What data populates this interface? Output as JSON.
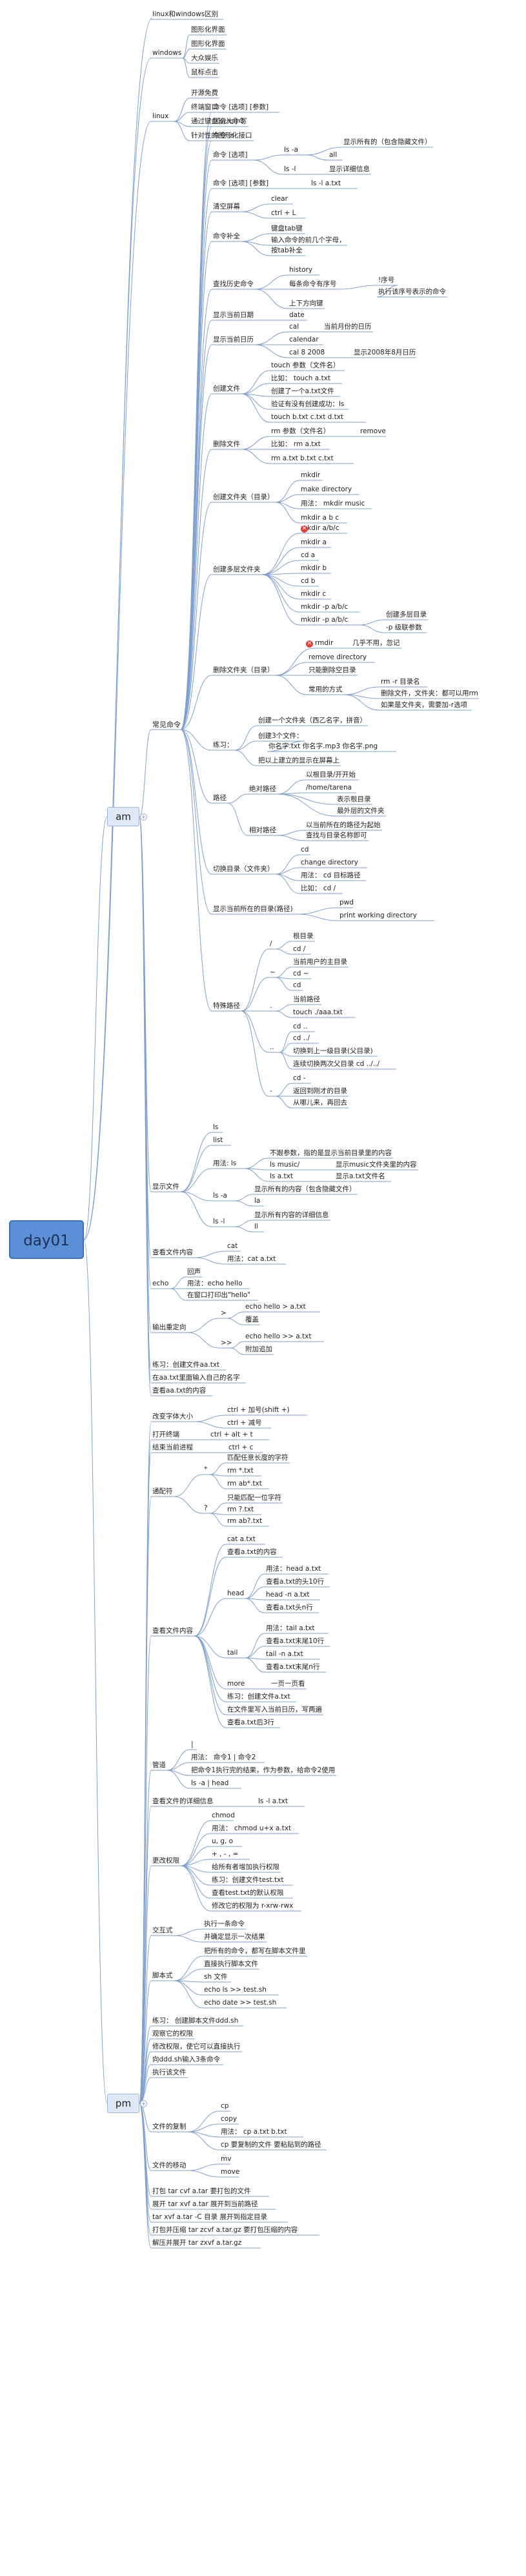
{
  "root": {
    "title": "day01"
  },
  "branches": {
    "am": "am",
    "pm": "pm"
  },
  "intro": {
    "diff": "linux和windows区别",
    "win": "windows",
    "win_items": [
      "图形化界面",
      "图形化界面",
      "大众娱乐",
      "鼠标点击"
    ],
    "lin": "linux",
    "lin_items": [
      "开源免费",
      "终端窗口",
      "通过键盘输入命令",
      "针对性的图形化接口"
    ]
  },
  "am": {
    "cmd": "常见命令",
    "cmd_fmt": "命令 [选项] [参数]",
    "case": "区分大小写",
    "cmd_ls": "命令 ls",
    "opt": "命令 [选项]",
    "ls_a": "ls -a",
    "ls_a_notes": [
      "显示所有的（包含隐藏文件）",
      "all"
    ],
    "ls_l": "ls -l",
    "ls_l_note": "显示详细信息",
    "param": "命令 [选项] [参数]",
    "param_ex": "ls -l a.txt",
    "clear": "清空屏幕",
    "clear_items": [
      "clear",
      "ctrl + L"
    ],
    "complete": "命令补全",
    "complete_items": [
      "键盘tab键",
      "输入命令的前几个字母，",
      "按tab补全"
    ],
    "history": "查找历史命令",
    "history_items": [
      "history",
      "每条命令有序号",
      "!序号",
      "执行该序号表示的命令",
      "上下方向键"
    ],
    "date_t": "显示当前日期",
    "date_v": "date",
    "cal_t": "显示当前日历",
    "cal_items": [
      "cal",
      "当前月份的日历",
      "calendar",
      "cal 8 2008",
      "显示2008年8月日历"
    ],
    "touch_t": "创建文件",
    "touch_items": [
      "touch 参数（文件名）",
      "比如： touch a.txt",
      "创建了一个a.txt文件",
      "验证有没有创建成功：ls",
      "touch b.txt c.txt d.txt"
    ],
    "rm_t": "删除文件",
    "rm_items": [
      "rm 参数（文件名）",
      "remove",
      "比如： rm a.txt",
      "rm a.txt b.txt c.txt"
    ],
    "mkdir_t": "创建文件夹（目录）",
    "mkdir_items": [
      "mkdir",
      "make directory",
      "用法： mkdir music",
      "mkdir a b c"
    ],
    "mkdirp_t": "创建多层文件夹",
    "mkdirp_items": [
      "mkdir a/b/c",
      "mkdir a",
      "cd a",
      "mkdir b",
      "cd b",
      "mkdir c",
      "mkdir -p a/b/c",
      "创建多层目录",
      "-p 级联参数"
    ],
    "rmdir_t": "删除文件夹（目录）",
    "rmdir_items": [
      "rmdir",
      "几乎不用，忽记",
      "remove directory",
      "只能删除空目录",
      "常用的方式",
      "rm -r 目录名",
      "删除文件，文件夹：都可以用rm",
      "如果是文件夹，需要加-r选项"
    ],
    "ex_t": "练习：",
    "ex_items": [
      "创建一个文件夹（西乙名字，拼音）",
      "创建3个文件：",
      "你名字.txt  你名字.mp3  你名字.png",
      "把以上建立的显示在屏幕上"
    ],
    "path_t": "路径",
    "abs_t": "绝对路径",
    "abs_items": [
      "以根目录/开开始",
      "/home/tarena",
      "表示根目录",
      "最外层的文件夹"
    ],
    "rel_t": "相对路径",
    "rel_items": [
      "以当前所在的路径为起始",
      "查找与目录名称即可"
    ],
    "cd_t": "切换目录（文件夹）",
    "cd_items": [
      "cd",
      "change directory",
      "用法： cd 目标路径",
      "比如： cd /"
    ],
    "pwd_t": "显示当前所在的目录(路径)",
    "pwd_items": [
      "pwd",
      "print working directory"
    ],
    "spec_t": "特殊路径",
    "spec_items": [
      "/",
      "根目录",
      "cd /",
      "~",
      "当前用户的主目录",
      "cd ~",
      "cd",
      ".",
      "当前路径",
      "touch ./aaa.txt",
      "..",
      "cd ..",
      "cd ../",
      "切换到上一级目录(父目录)",
      "连续切换两次父目录 cd ../../",
      "-",
      "cd -",
      "返回到刚才的目录",
      "从哪儿来，再回去"
    ],
    "ls_t": "显示文件",
    "ls_items": [
      "ls",
      "list",
      "用法: ls",
      "不跟参数，指的是显示当前目录里的内容",
      "ls music/",
      "显示music文件夹里的内容",
      "ls a.txt",
      "显示a.txt文件名",
      "ls -a",
      "显示所有的内容（包含隐藏文件）",
      "la",
      "ls -l",
      "显示所有内容的详细信息",
      "ll"
    ],
    "cat_t": "查看文件内容",
    "cat_items": [
      "cat",
      "用法：cat a.txt"
    ],
    "echo_t": "echo",
    "echo_items": [
      "回声",
      "用法：echo hello",
      "在窗口打印出\"hello\""
    ],
    "redir_t": "输出重定向",
    "redir_items": [
      ">",
      "echo hello > a.txt",
      "覆盖",
      ">>",
      "echo hello >> a.txt",
      "附加追加"
    ],
    "ex2": [
      "练习：创建文件aa.txt",
      "在aa.txt里面输入自己的名字",
      "查看aa.txt的内容"
    ]
  },
  "pm": {
    "font_t": "改变字体大小",
    "font_items": [
      "ctrl + 加号(shift +)",
      "ctrl + 减号"
    ],
    "term_t": "打开终端",
    "term_v": "ctrl + alt + t",
    "end_t": "结束当前进程",
    "end_v": "ctrl + c",
    "wild_t": "通配符",
    "wild_items": [
      "*",
      "匹配任意长度的字符",
      "rm *.txt",
      "rm ab*.txt",
      "?",
      "只能匹配一位字符",
      "rm ?.txt",
      "rm ab?.txt"
    ],
    "view_t": "查看文件内容",
    "view_items": [
      "cat a.txt",
      "查看a.txt的内容",
      "head",
      "用法：head a.txt",
      "查看a.txt的头10行",
      "head -n a.txt",
      "查看a.txt头n行",
      "tail",
      "用法：tail a.txt",
      "查看a.txt末尾10行",
      "tail -n a.txt",
      "查看a.txt末尾n行",
      "more",
      "一页一页看",
      "练习：创建文件a.txt",
      "在文件里写入当前日历，写两遍",
      "查看a.txt后3行"
    ],
    "pipe_t": "管道",
    "pipe_items": [
      "|",
      "用法： 命令1 | 命令2",
      "把命令1执行完的结果，作为参数，给命令2使用",
      "ls -a | head"
    ],
    "detail_t": "查看文件的详细信息",
    "detail_v": "ls -l a.txt",
    "chmod_t": "更改权限",
    "chmod_items": [
      "chmod",
      "用法： chmod u+x a.txt",
      "u, g, o",
      "+ , - , =",
      "给所有者增加执行权限",
      "练习：创建文件test.txt",
      "查看test.txt的默认权限",
      "修改它的权限为 r-xrw-rwx"
    ],
    "interact_t": "交互式",
    "interact_items": [
      "执行一条命令",
      "并确定显示一次结果"
    ],
    "script_t": "脚本式",
    "script_items": [
      "把所有的命令，都写在脚本文件里",
      "直接执行脚本文件",
      "sh 文件",
      "echo ls >> test.sh",
      "echo date >> test.sh"
    ],
    "misc": [
      "练习： 创建脚本文件ddd.sh",
      "观察它的权限",
      "修改权限，使它可以直接执行",
      "向ddd.sh输入3条命令",
      "执行该文件"
    ],
    "cp_t": "文件的复制",
    "cp_items": [
      "cp",
      "copy",
      "用法： cp a.txt b.txt",
      "cp 要复制的文件 要粘贴到的路径"
    ],
    "mv_t": "文件的移动",
    "mv_items": [
      "mv",
      "move"
    ],
    "pack": [
      "打包 tar cvf a.tar 要打包的文件",
      "展开 tar xvf a.tar 展开到当前路径",
      "tar xvf a.tar -C 目录 展开到指定目录",
      "打包并压缩 tar zcvf a.tar.gz 要打包压缩的内容",
      "解压并展开 tar zxvf a.tar.gz"
    ]
  },
  "colors": {
    "root": "#5b8fd6",
    "branch": "#dfe8f7",
    "line": "#7f9fcf",
    "error": "#e0413d"
  }
}
